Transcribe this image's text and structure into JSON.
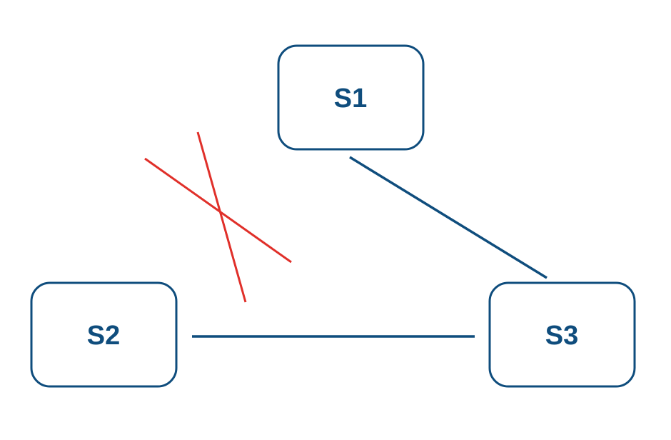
{
  "nodes": {
    "s1": {
      "label": "S1"
    },
    "s2": {
      "label": "S2"
    },
    "s3": {
      "label": "S3"
    }
  },
  "edges": [
    {
      "from": "S1",
      "to": "S3"
    },
    {
      "from": "S2",
      "to": "S3"
    }
  ],
  "removed_edge": {
    "from": "S1",
    "to": "S2"
  },
  "colors": {
    "node": "#0f4d7d",
    "edge": "#0f4d7d",
    "cross": "#e0302a",
    "background": "#ffffff"
  }
}
